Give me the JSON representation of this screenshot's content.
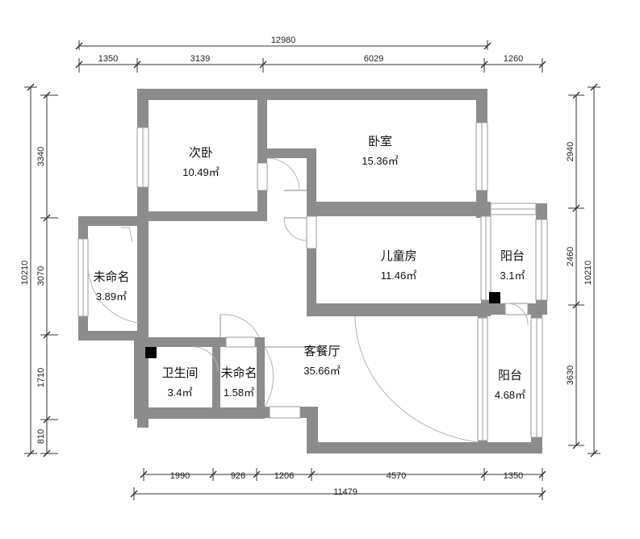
{
  "rooms": {
    "second_bedroom": {
      "name": "次卧",
      "area": "10.49㎡"
    },
    "bedroom": {
      "name": "卧室",
      "area": "15.36㎡"
    },
    "unnamed_left": {
      "name": "未命名",
      "area": "3.89㎡"
    },
    "kids_room": {
      "name": "儿童房",
      "area": "11.46㎡"
    },
    "balcony_upper": {
      "name": "阳台",
      "area": "3.1㎡"
    },
    "living_dining": {
      "name": "客餐厅",
      "area": "35.66㎡"
    },
    "bathroom": {
      "name": "卫生间",
      "area": "3.4㎡"
    },
    "unnamed_small": {
      "name": "未命名",
      "area": "1.58㎡"
    },
    "balcony_lower": {
      "name": "阳台",
      "area": "4.68㎡"
    }
  },
  "dimensions": {
    "top_total": "12980",
    "top_segments": [
      "1350",
      "3139",
      "6029",
      "1260"
    ],
    "bottom_total": "11479",
    "bottom_segments": [
      "1990",
      "926",
      "1206",
      "4570",
      "1350"
    ],
    "left_total": "10210",
    "left_segments": [
      "3340",
      "3070",
      "1710",
      "810"
    ],
    "right_total": "10210",
    "right_segments": [
      "2940",
      "2460",
      "3630"
    ]
  },
  "colors": {
    "wall": "#8c8c8c",
    "pillar": "#000000"
  }
}
